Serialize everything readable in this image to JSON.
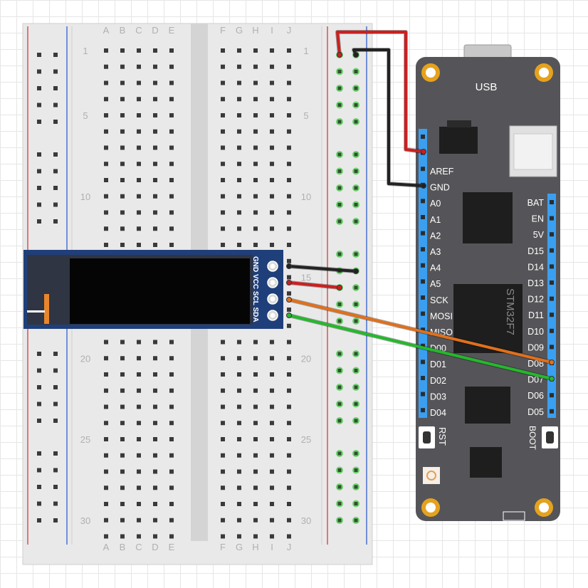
{
  "breadboard": {
    "col_letters_left": [
      "A",
      "B",
      "C",
      "D",
      "E"
    ],
    "col_letters_right": [
      "F",
      "G",
      "H",
      "I",
      "J"
    ],
    "row_labels": [
      "1",
      "5",
      "10",
      "15",
      "20",
      "25",
      "30"
    ]
  },
  "oled": {
    "pins": [
      "GND",
      "VCC",
      "SCL",
      "SDA"
    ]
  },
  "board": {
    "usb_label": "USB",
    "chip_label": "STM32F7",
    "rst_label": "RST",
    "boot_label": "BOOT",
    "left_pins": [
      "AREF",
      "GND",
      "A0",
      "A1",
      "A2",
      "A3",
      "A4",
      "A5",
      "SCK",
      "MOSI",
      "MISO",
      "D00",
      "D01",
      "D02",
      "D03",
      "D04"
    ],
    "right_pins": [
      "BAT",
      "EN",
      "5V",
      "D15",
      "D14",
      "D13",
      "D12",
      "D11",
      "D10",
      "D09",
      "D08",
      "D07",
      "D06",
      "D05"
    ]
  },
  "colors": {
    "board": "#555559",
    "header": "#3a9ff0",
    "oled": "#1f3f7a",
    "wire_red": "#cc1f1f",
    "wire_black": "#222222",
    "wire_orange": "#e0701c",
    "wire_green": "#25b82c",
    "rail_red": "#d93a3a",
    "rail_blue": "#3060d0",
    "gold": "#e5a21e"
  }
}
